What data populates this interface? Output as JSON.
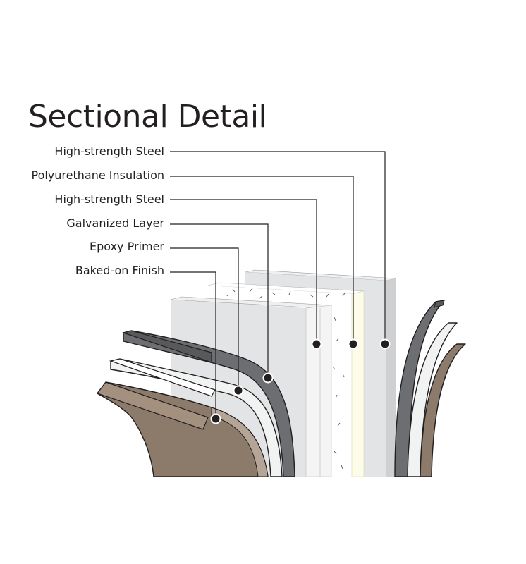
{
  "title": "Sectional Detail",
  "layers": [
    "High-strength Steel",
    "Polyurethane Insulation",
    "High-strength Steel",
    "Galvanized Layer",
    "Epoxy Primer",
    "Baked-on Finish"
  ],
  "colors": {
    "steel_light": "#e3e4e6",
    "steel_mid": "#cfd0d2",
    "insulation": "#fdfce8",
    "galvanized": "#6d6e71",
    "primer": "#f1f2f2",
    "finish": "#8c7b6b",
    "outline": "#231f20"
  }
}
